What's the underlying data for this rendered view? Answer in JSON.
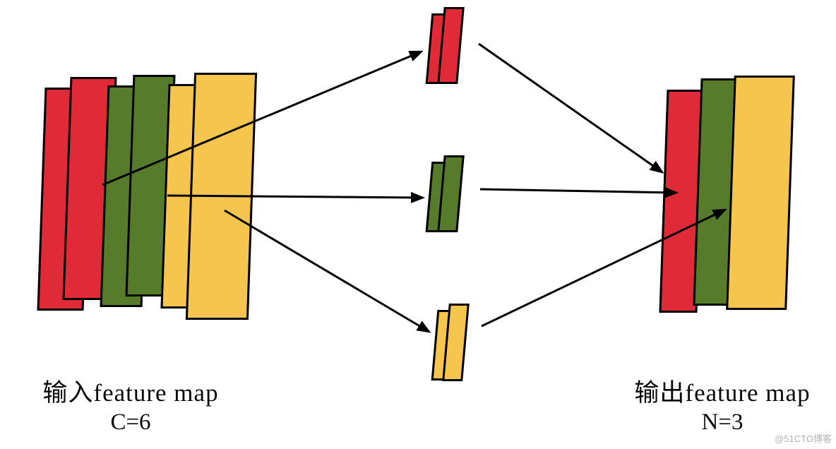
{
  "colors": {
    "red": "#e12a38",
    "green": "#567b2b",
    "yellow": "#f6c54d",
    "stroke": "#000000"
  },
  "input": {
    "title": "输入feature map",
    "subtitle": "C=6",
    "channel_count": 6,
    "channel_colors": [
      "red",
      "red",
      "green",
      "green",
      "yellow",
      "yellow"
    ]
  },
  "middle_groups": [
    {
      "color": "red",
      "panels": 2
    },
    {
      "color": "green",
      "panels": 2
    },
    {
      "color": "yellow",
      "panels": 2
    }
  ],
  "output": {
    "title": "输出feature map",
    "subtitle": "N=3",
    "channel_count": 3,
    "channel_colors": [
      "red",
      "green",
      "yellow"
    ]
  },
  "connections": [
    {
      "from": "input-stack",
      "to": "red-group"
    },
    {
      "from": "red-group",
      "to": "output-stack"
    },
    {
      "from": "input-stack",
      "to": "green-group"
    },
    {
      "from": "green-group",
      "to": "output-stack"
    },
    {
      "from": "input-stack",
      "to": "yellow-group"
    },
    {
      "from": "yellow-group",
      "to": "output-stack"
    }
  ],
  "watermark": {
    "text": "@51CTO博客"
  }
}
